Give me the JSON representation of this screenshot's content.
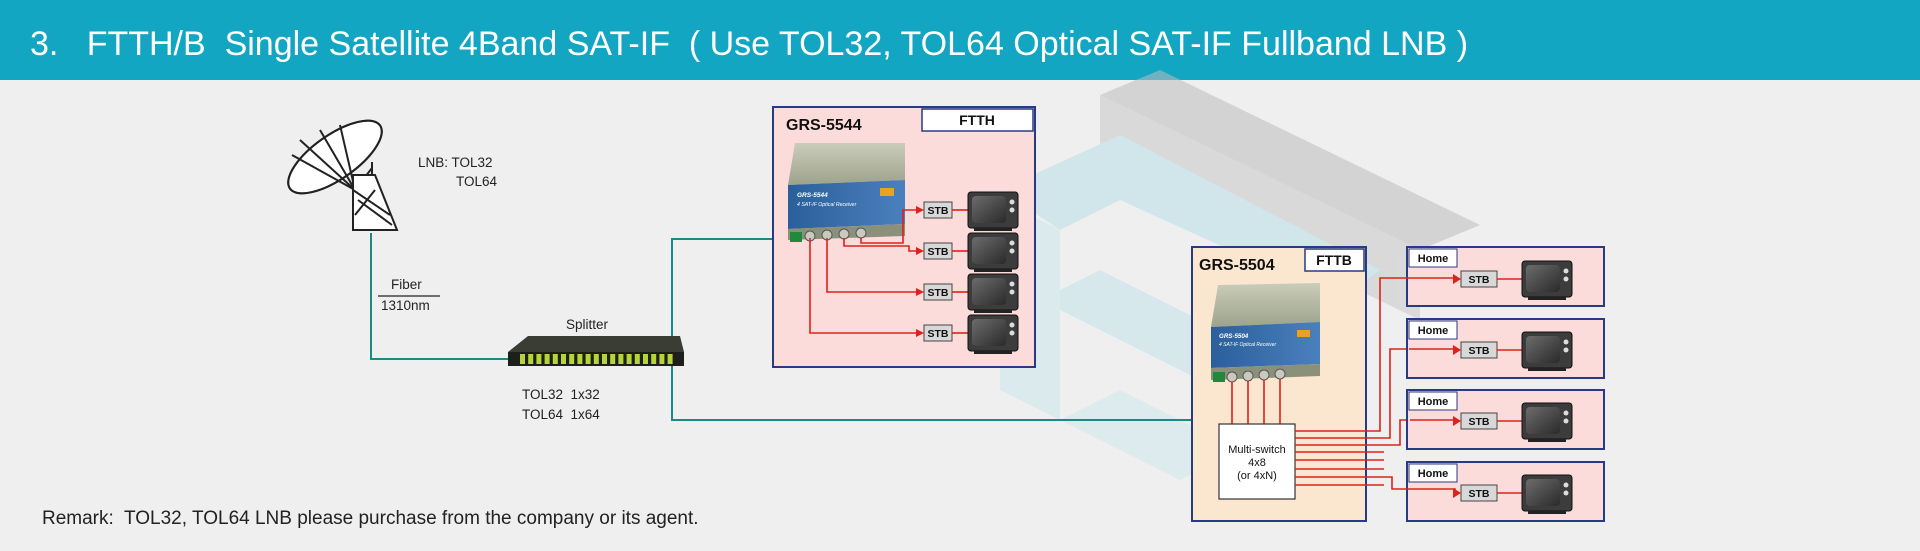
{
  "header": {
    "title": "3.   FTTH/B  Single Satellite 4Band SAT-IF  ( Use TOL32, TOL64 Optical SAT-IF Fullband LNB )"
  },
  "lnb": {
    "label": "LNB: TOL32",
    "label2": "TOL64"
  },
  "fiber": {
    "label": "Fiber",
    "wavelength": "1310nm"
  },
  "splitter": {
    "label": "Splitter",
    "spec1": "TOL32  1x32",
    "spec2": "TOL64  1x64"
  },
  "ftth": {
    "model": "GRS-5544",
    "type": "FTTH",
    "device_title": "GRS-5544",
    "device_subtitle": "4 SAT-IF Optical Receiver",
    "stb_labels": [
      "STB",
      "STB",
      "STB",
      "STB"
    ]
  },
  "fttb": {
    "model": "GRS-5504",
    "type": "FTTB",
    "device_title": "GRS-5504",
    "device_subtitle": "4 SAT-IF Optical Receiver",
    "multiswitch": {
      "line1": "Multi-switch",
      "line2": "4x8",
      "line3": "(or 4xN)"
    },
    "homes": [
      {
        "label": "Home",
        "stb": "STB"
      },
      {
        "label": "Home",
        "stb": "STB"
      },
      {
        "label": "Home",
        "stb": "STB"
      },
      {
        "label": "Home",
        "stb": "STB"
      }
    ]
  },
  "remark": "Remark:  TOL32, TOL64 LNB please purchase from the company or its agent.",
  "colors": {
    "header_bg": "#12a6c2",
    "fiber_line": "#1a8a86",
    "coax_line": "#e0201c",
    "ftth_bg": "#fbdcda",
    "fttb_bg": "#fbe6d0",
    "box_border": "#283a84"
  }
}
